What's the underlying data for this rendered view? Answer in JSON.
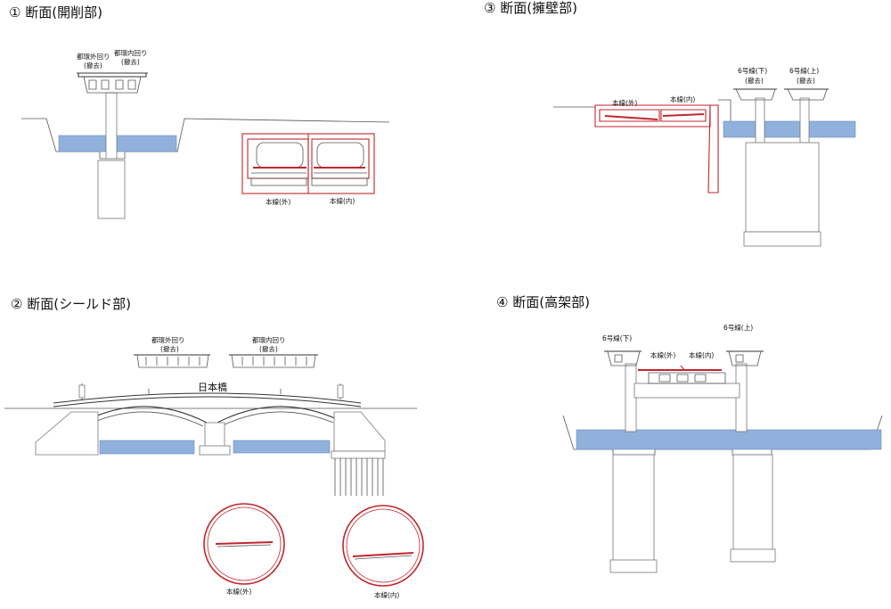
{
  "sections": [
    {
      "title": "① 断面(開削部)",
      "labels": [
        "都環外回り",
        "(撤去)",
        "都環内回り",
        "(撤去)",
        "本線(外)",
        "本線(内)"
      ]
    },
    {
      "title": "② 断面(シールド部)",
      "labels": [
        "都環外回り",
        "(撤去)",
        "都環内回り",
        "(撤去)",
        "日本橋",
        "本線(外)",
        "本線(内)"
      ]
    },
    {
      "title": "③ 断面(擁壁部)",
      "labels": [
        "本線(外)",
        "本線(内)",
        "6号線(下)",
        "(撤去)",
        "6号線(上)",
        "(撤去)"
      ]
    },
    {
      "title": "④ 断面(高架部)",
      "labels": [
        "6号線(下)",
        "6号線(上)",
        "本線(外)",
        "本線(内)"
      ]
    }
  ],
  "colors": {
    "water": "#8fb1db",
    "tunnel": "#c0262c",
    "structure": "#555555"
  }
}
